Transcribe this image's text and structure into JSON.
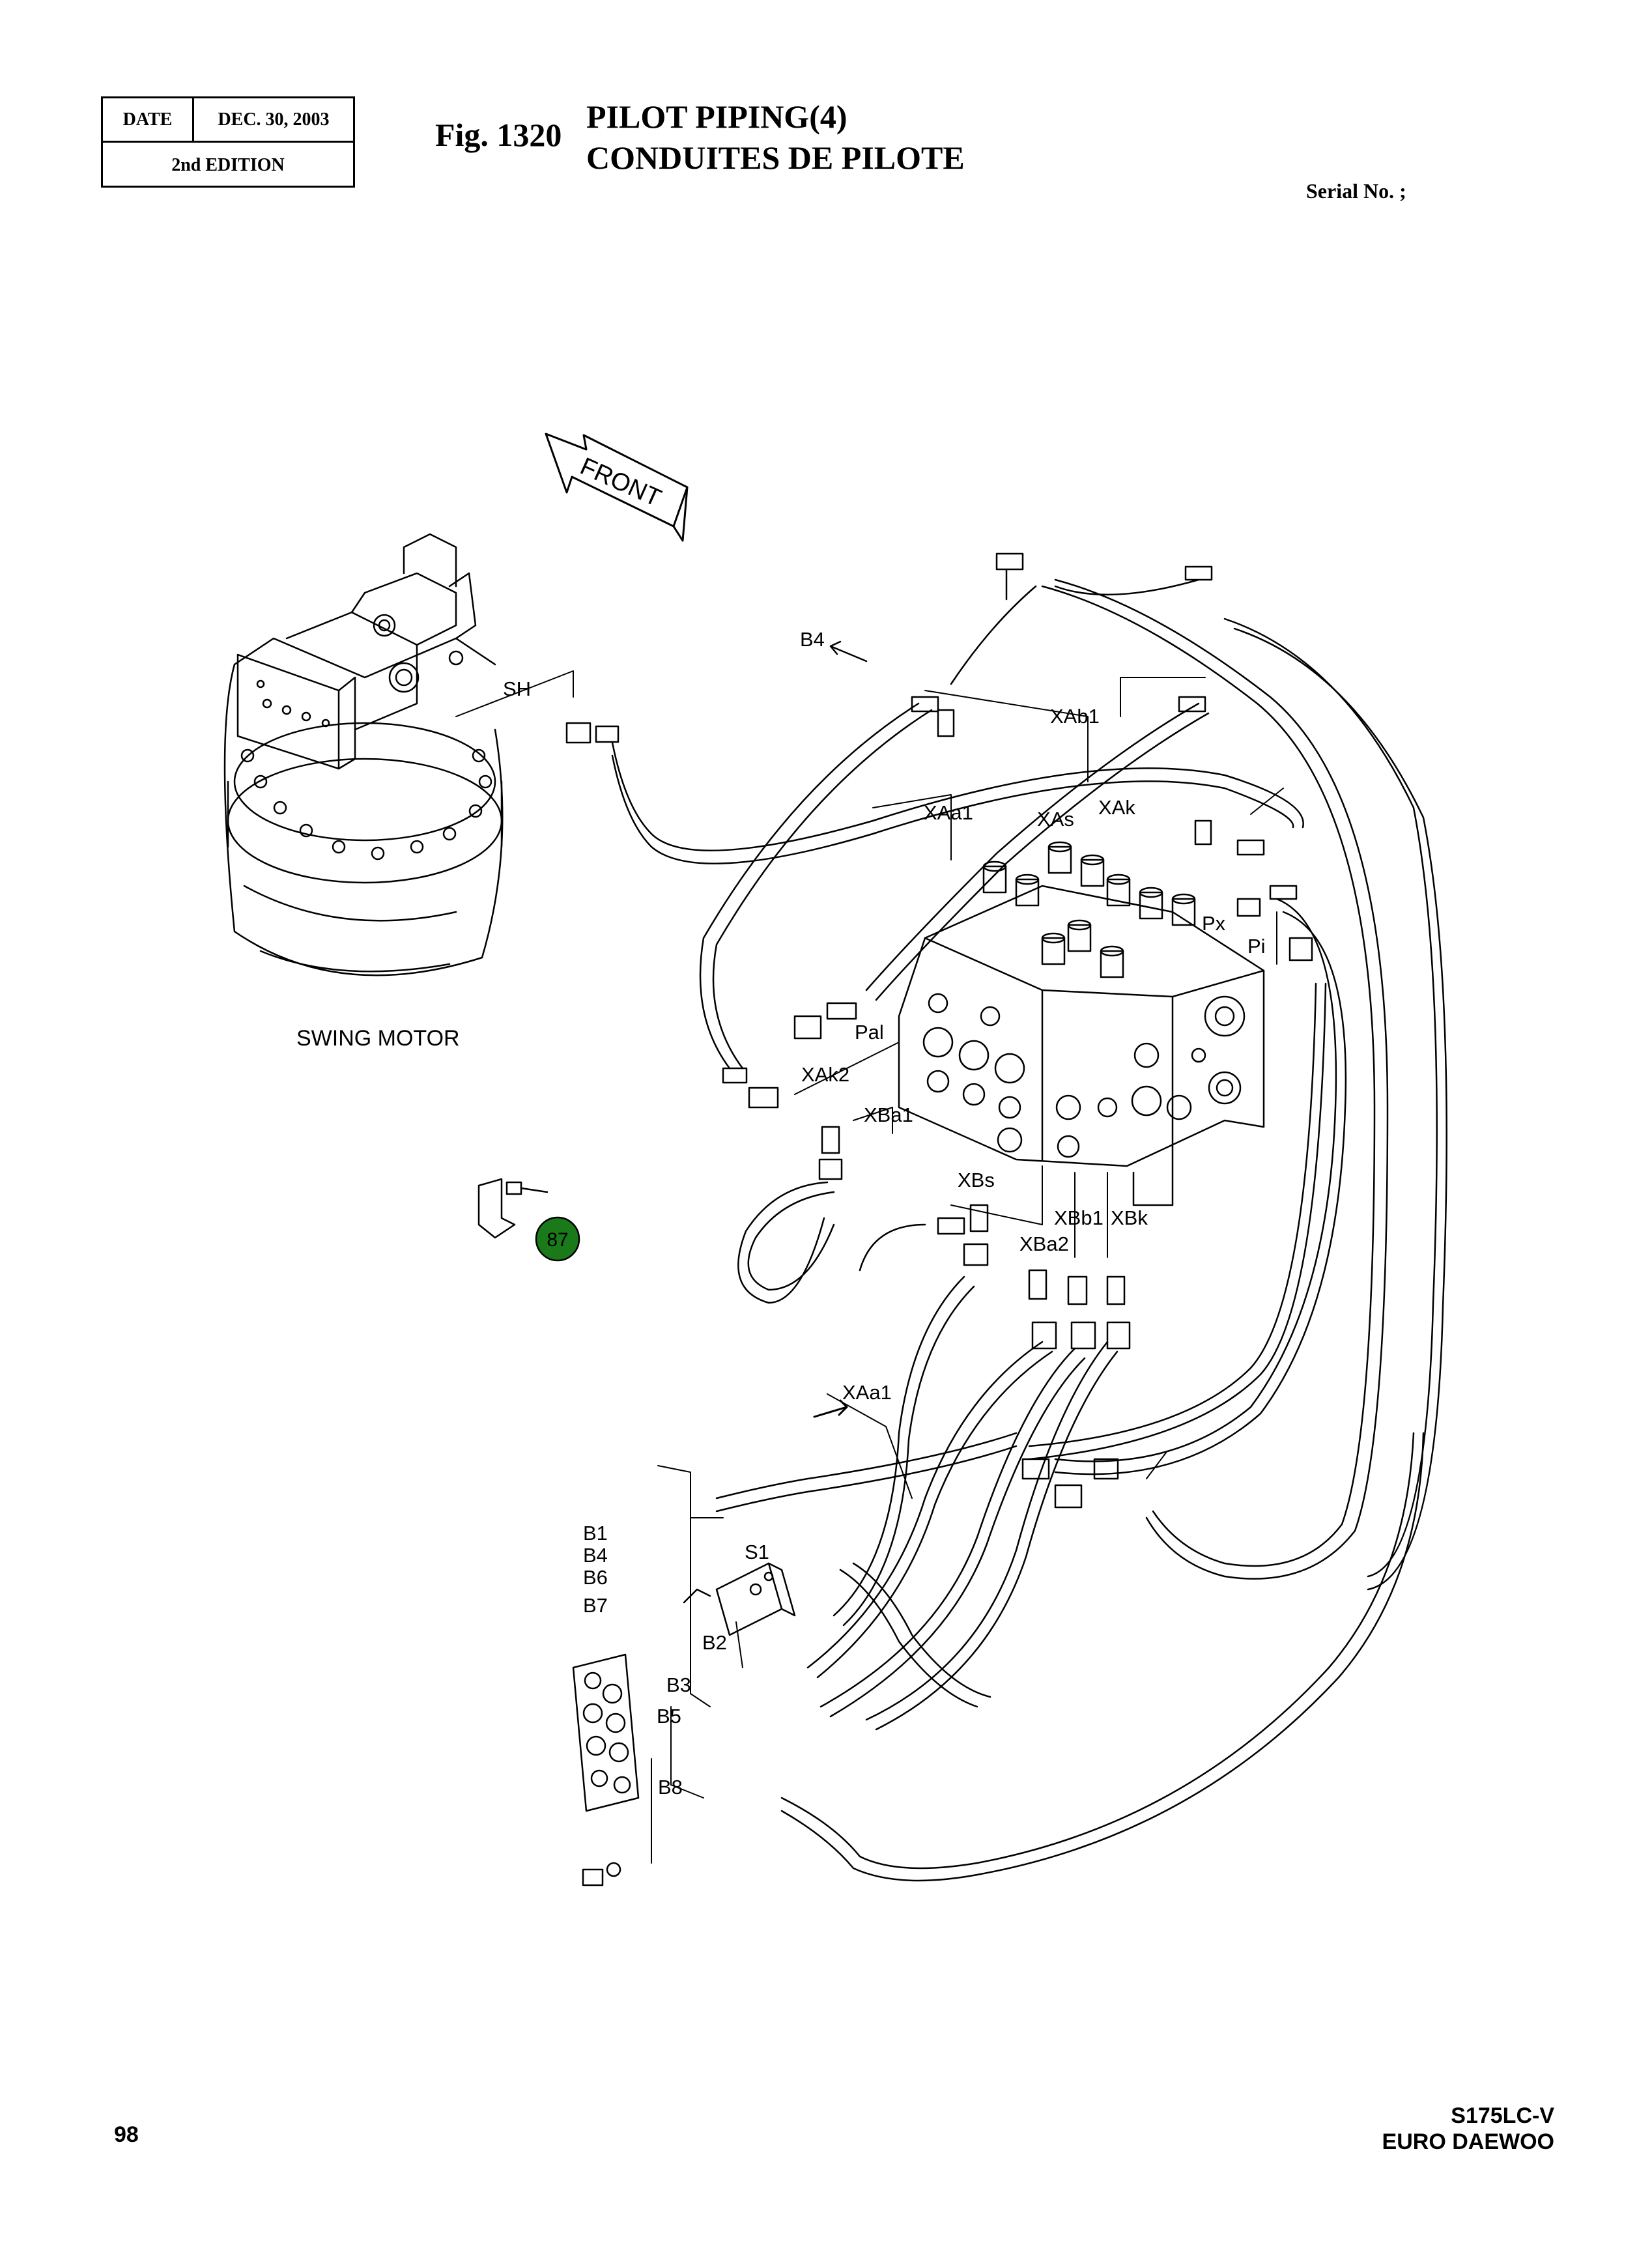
{
  "header": {
    "date_label": "DATE",
    "date_value": "DEC. 30, 2003",
    "edition": "2nd EDITION",
    "fig_number": "Fig. 1320",
    "title_en": "PILOT PIPING(4)",
    "title_fr": "CONDUITES DE PILOTE",
    "serial": "Serial No. ;"
  },
  "diagram": {
    "front_arrow": "FRONT",
    "swing_motor_label": "SWING MOTOR",
    "callout_number": "87",
    "callout_color": "#1a7a1a",
    "port_labels": {
      "b4_top": "B4",
      "sh": "SH",
      "xab1": "XAb1",
      "xaa1_top": "XAa1",
      "xas": "XAs",
      "xak": "XAk",
      "px": "Px",
      "pi": "Pi",
      "pal": "Pal",
      "xak2": "XAk2",
      "xba1": "XBa1",
      "xbs": "XBs",
      "xbb1": "XBb1",
      "xbk": "XBk",
      "xba2": "XBa2",
      "xaa1_bottom": "XAa1",
      "b1": "B1",
      "b4": "B4",
      "b6": "B6",
      "b7": "B7",
      "s1": "S1",
      "b2": "B2",
      "b3": "B3",
      "b5": "B5",
      "b8": "B8"
    }
  },
  "footer": {
    "page_number": "98",
    "model": "S175LC-V",
    "brand": "EURO DAEWOO"
  }
}
